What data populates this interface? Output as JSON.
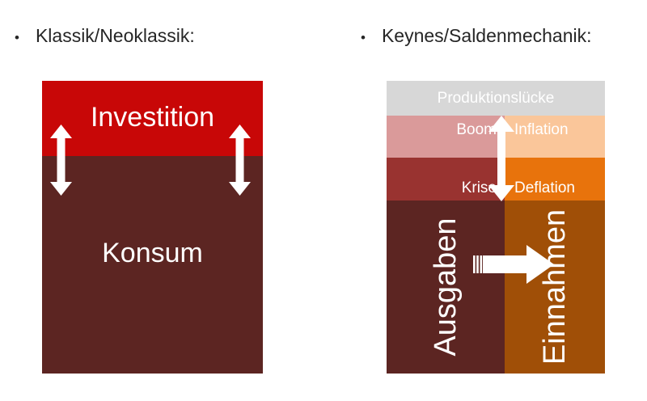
{
  "headings": {
    "left": {
      "bullet": "•",
      "text": "Klassik/Neoklassik:"
    },
    "right": {
      "bullet": "•",
      "text": "Keynes/Saldenmechanik:"
    }
  },
  "left_diagram": {
    "bands": [
      {
        "name": "investition",
        "label": "Investition",
        "color": "#c80707"
      },
      {
        "name": "konsum",
        "label": "Konsum",
        "color": "#5c2522"
      }
    ],
    "arrows": [
      {
        "name": "investition-arrow-left",
        "icon": "double-arrow-vertical-icon",
        "color": "#ffffff"
      },
      {
        "name": "investition-arrow-right",
        "icon": "double-arrow-vertical-icon",
        "color": "#ffffff"
      }
    ]
  },
  "right_diagram": {
    "top_band": {
      "label": "Produktionslücke",
      "color": "#d7d7d7"
    },
    "left_column": [
      {
        "label": "Boom",
        "color": "#da9a9a"
      },
      {
        "label": "Krise",
        "color": "#993330"
      },
      {
        "label": "Ausgaben",
        "color": "#5c2522"
      }
    ],
    "right_column": [
      {
        "label": "Inflation",
        "color": "#fac69a"
      },
      {
        "label": "Deflation",
        "color": "#e8730c"
      },
      {
        "label": "Einnahmen",
        "color": "#a04f07"
      }
    ],
    "arrows": [
      {
        "name": "output-gap-arrow",
        "icon": "double-arrow-vertical-icon",
        "color": "#ffffff"
      },
      {
        "name": "flow-arrow",
        "icon": "arrow-right-icon",
        "color": "#ffffff"
      }
    ]
  },
  "colors": {
    "background": "#ffffff",
    "text": "#262626",
    "label_text": "#ffffff",
    "red": "#c80707",
    "dark_brown": "#5c2522",
    "gray": "#d7d7d7",
    "pink": "#da9a9a",
    "medium_red": "#993330",
    "peach": "#fac69a",
    "orange": "#e8730c",
    "dark_orange": "#a04f07"
  }
}
